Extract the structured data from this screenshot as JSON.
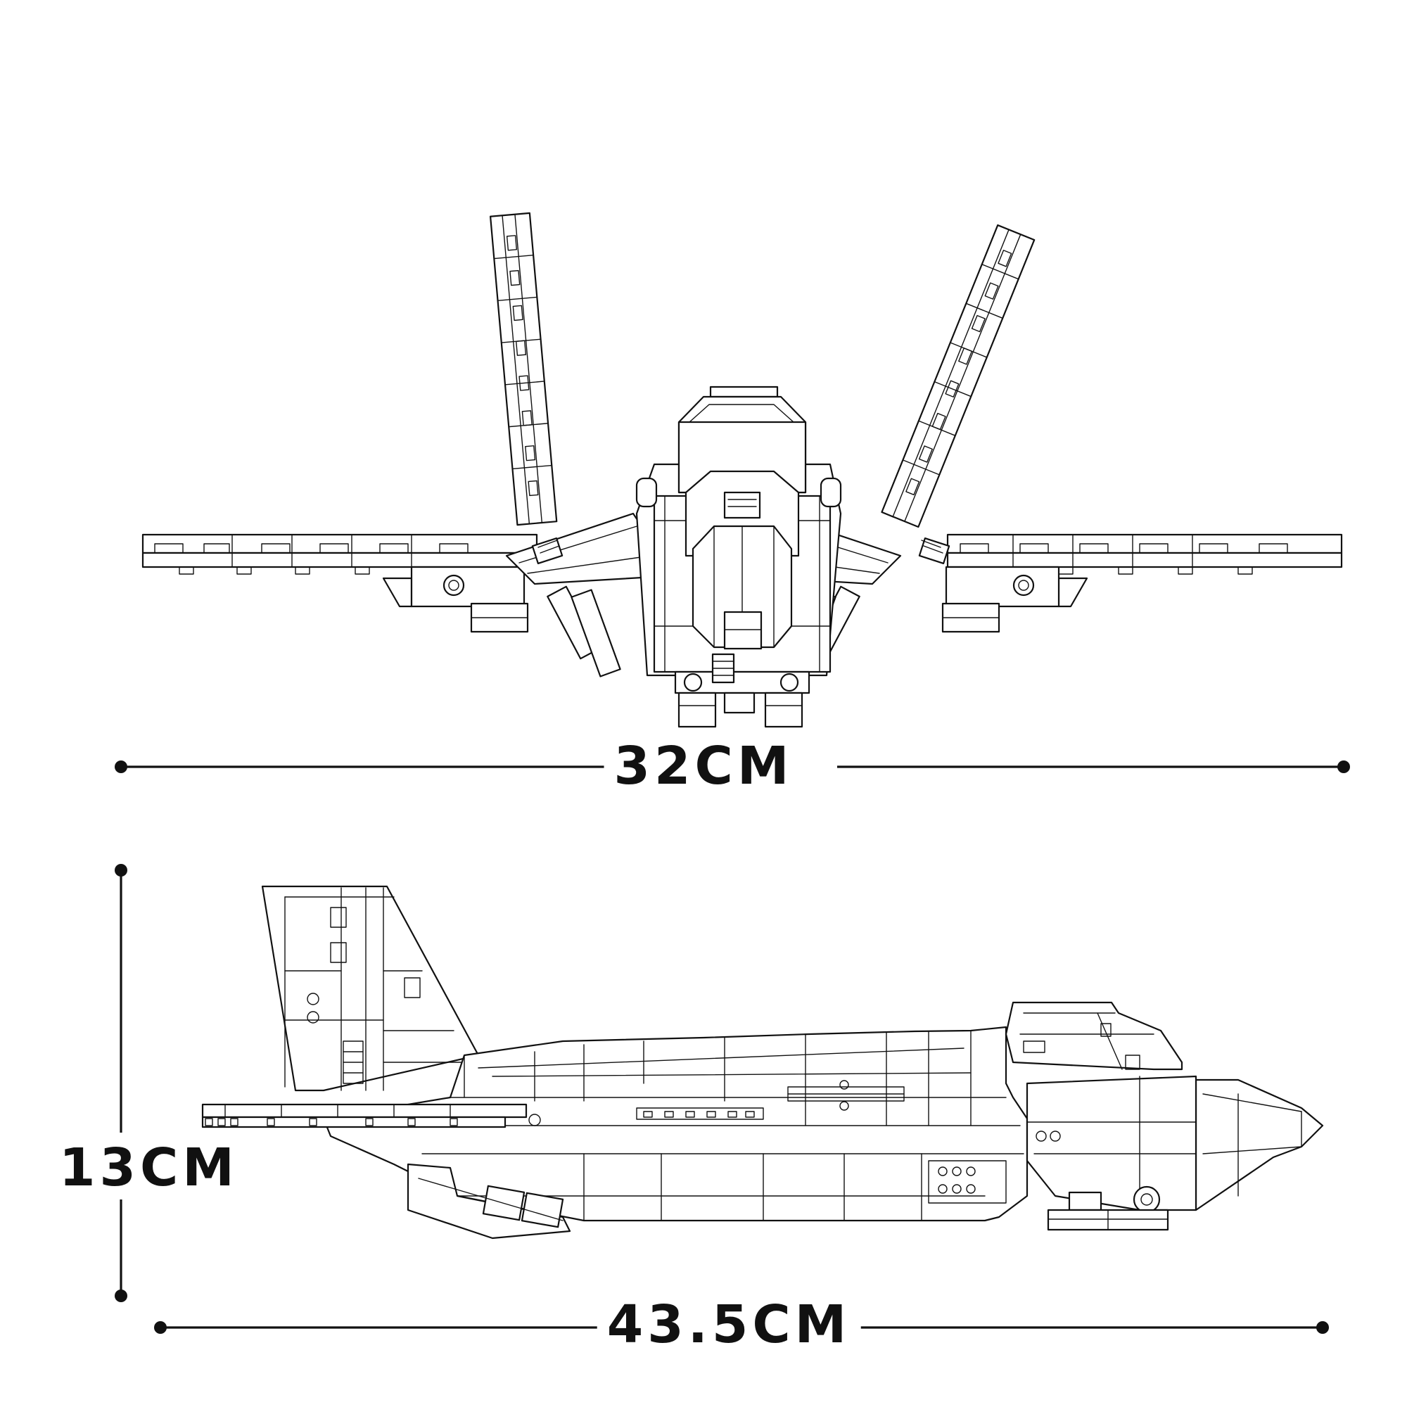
{
  "dimensions": {
    "width": "32CM",
    "height": "13CM",
    "length": "43.5CM"
  },
  "views": {
    "front": "front-view",
    "side": "side-view"
  },
  "colors": {
    "line": "#111111",
    "background": "#ffffff"
  }
}
